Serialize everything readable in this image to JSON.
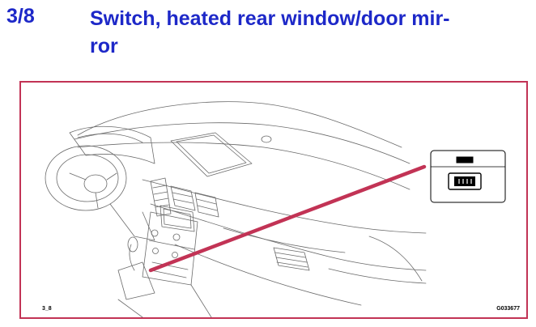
{
  "header": {
    "section_number": "3/8",
    "title_line_1": "Switch, heated rear window/door mir-",
    "title_line_2": "ror"
  },
  "figure": {
    "label_left": "3_8",
    "label_right": "G033677",
    "frame_color": "#c23355",
    "pointer_color": "#c23355",
    "drawing_color": "#6a6a6a"
  },
  "colors": {
    "title": "#1d28c8"
  }
}
